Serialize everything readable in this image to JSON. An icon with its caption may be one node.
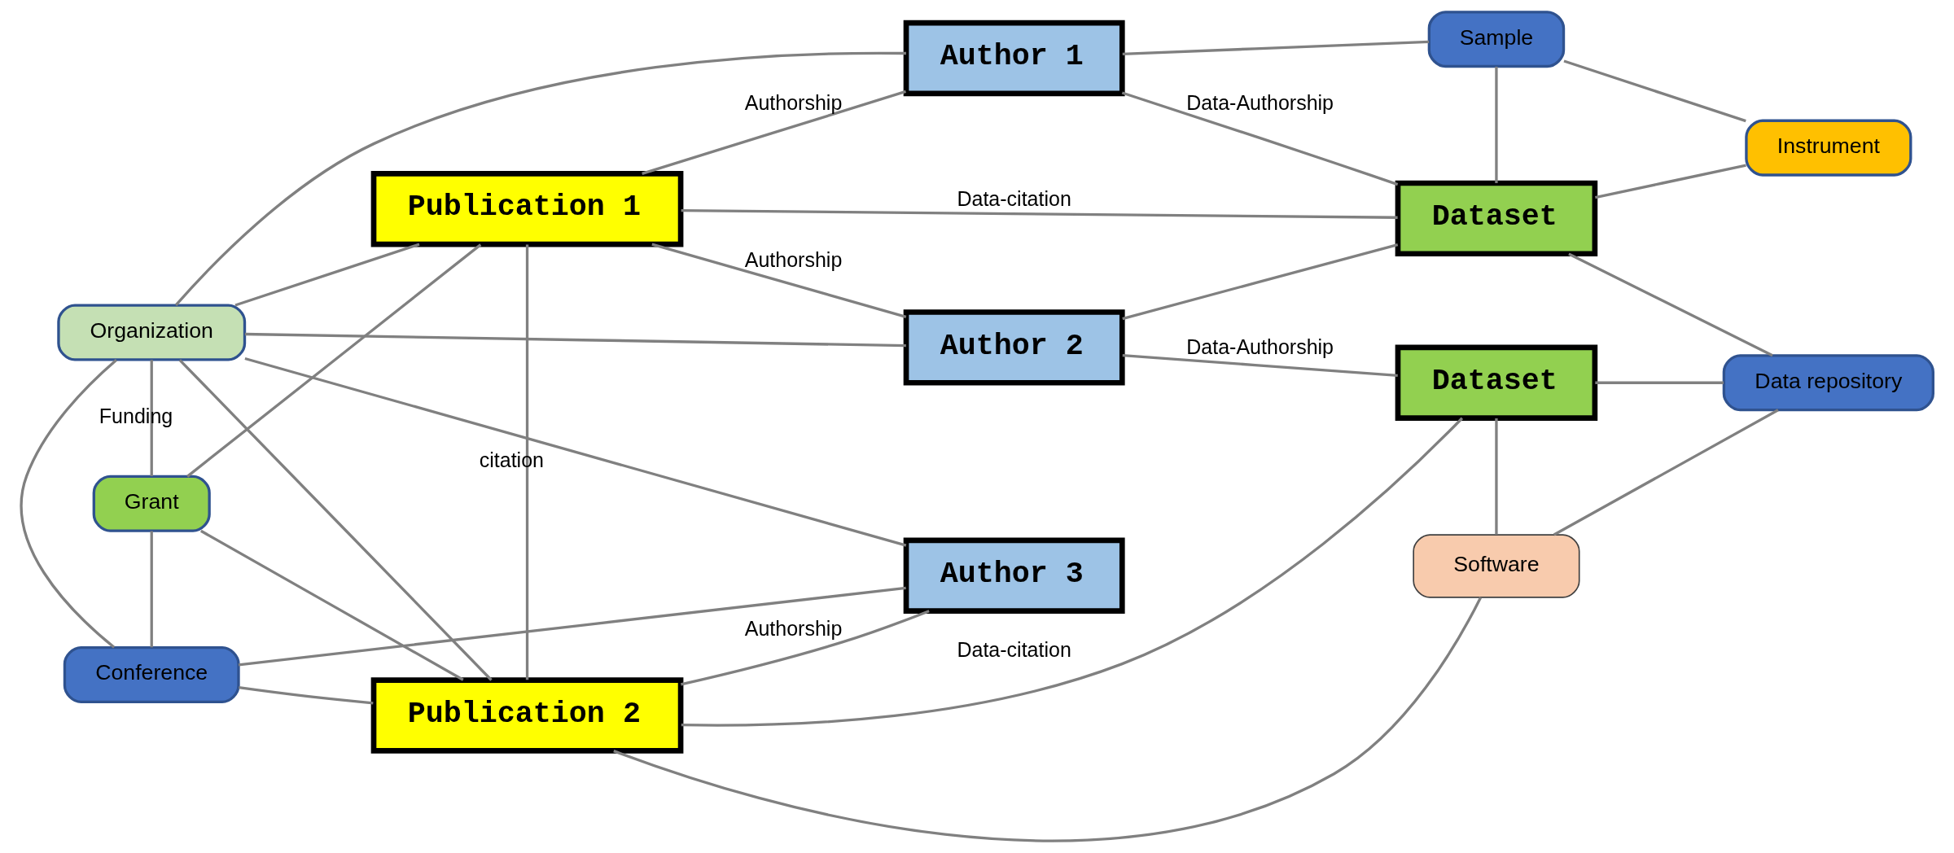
{
  "diagram": {
    "nodes": [
      {
        "text": [
          "Sample"
        ]
      },
      {
        "text": [
          "Instrument"
        ]
      },
      {
        "text": [
          "Author 1"
        ]
      },
      {
        "text": [
          "Organization"
        ]
      },
      {
        "text": [
          "Publication 1"
        ]
      },
      {
        "text": [
          "Dataset"
        ]
      },
      {
        "text": [
          "Author 2"
        ]
      },
      {
        "text": [
          "Data repository"
        ]
      },
      {
        "text": [
          "Publication 2"
        ]
      },
      {
        "text": [
          "Dataset"
        ]
      },
      {
        "text": [
          "Author 3"
        ]
      },
      {
        "text": [
          "Software"
        ]
      },
      {
        "text": [
          "Grant"
        ]
      },
      {
        "text": [
          "Conference"
        ]
      }
    ],
    "edges": [
      {
        "from": 3,
        "to": 2,
        "arrow": "none"
      },
      {
        "from": 3,
        "to": 4,
        "arrow": "none"
      },
      {
        "from": 3,
        "to": 6,
        "arrow": "none"
      },
      {
        "from": 3,
        "to": 10,
        "arrow": "none"
      },
      {
        "from": 3,
        "to": 8,
        "arrow": "none"
      },
      {
        "from": 3,
        "to": 13,
        "arrow": "none"
      },
      {
        "from": 3,
        "to": 12,
        "arrow": "none",
        "label": "Funding"
      },
      {
        "from": 4,
        "to": 2,
        "arrow": "none",
        "label": "Authorship"
      },
      {
        "from": 4,
        "to": 6,
        "arrow": "none",
        "label": "Authorship"
      },
      {
        "from": 4,
        "to": 5,
        "arrow": "none",
        "label": "Data-citation"
      },
      {
        "from": 4,
        "to": 8,
        "arrow": "none",
        "label": "citation"
      },
      {
        "from": 4,
        "to": 12,
        "arrow": "none"
      },
      {
        "from": 8,
        "to": 12,
        "arrow": "none"
      },
      {
        "from": 8,
        "to": 13,
        "arrow": "none"
      },
      {
        "from": 8,
        "to": 10,
        "arrow": "none",
        "label": "Authorship"
      },
      {
        "from": 8,
        "to": 9,
        "arrow": "none",
        "label": "Data-citation"
      },
      {
        "from": 8,
        "to": 11,
        "arrow": "none"
      },
      {
        "from": 12,
        "to": 13,
        "arrow": "none"
      },
      {
        "from": 13,
        "to": 10,
        "arrow": "none"
      },
      {
        "from": 2,
        "to": 0,
        "arrow": "none"
      },
      {
        "from": 2,
        "to": 5,
        "arrow": "none",
        "label": "Data-Authorship"
      },
      {
        "from": 6,
        "to": 5,
        "arrow": "none"
      },
      {
        "from": 6,
        "to": 9,
        "arrow": "none",
        "label": "Data-Authorship"
      },
      {
        "from": 0,
        "to": 1,
        "arrow": "none"
      },
      {
        "from": 0,
        "to": 5,
        "arrow": "none"
      },
      {
        "from": 1,
        "to": 5,
        "arrow": "none"
      },
      {
        "from": 5,
        "to": 7,
        "arrow": "none"
      },
      {
        "from": 9,
        "to": 7,
        "arrow": "none"
      },
      {
        "from": 9,
        "to": 11,
        "arrow": "none"
      },
      {
        "from": 7,
        "to": 11,
        "arrow": "none"
      }
    ]
  }
}
